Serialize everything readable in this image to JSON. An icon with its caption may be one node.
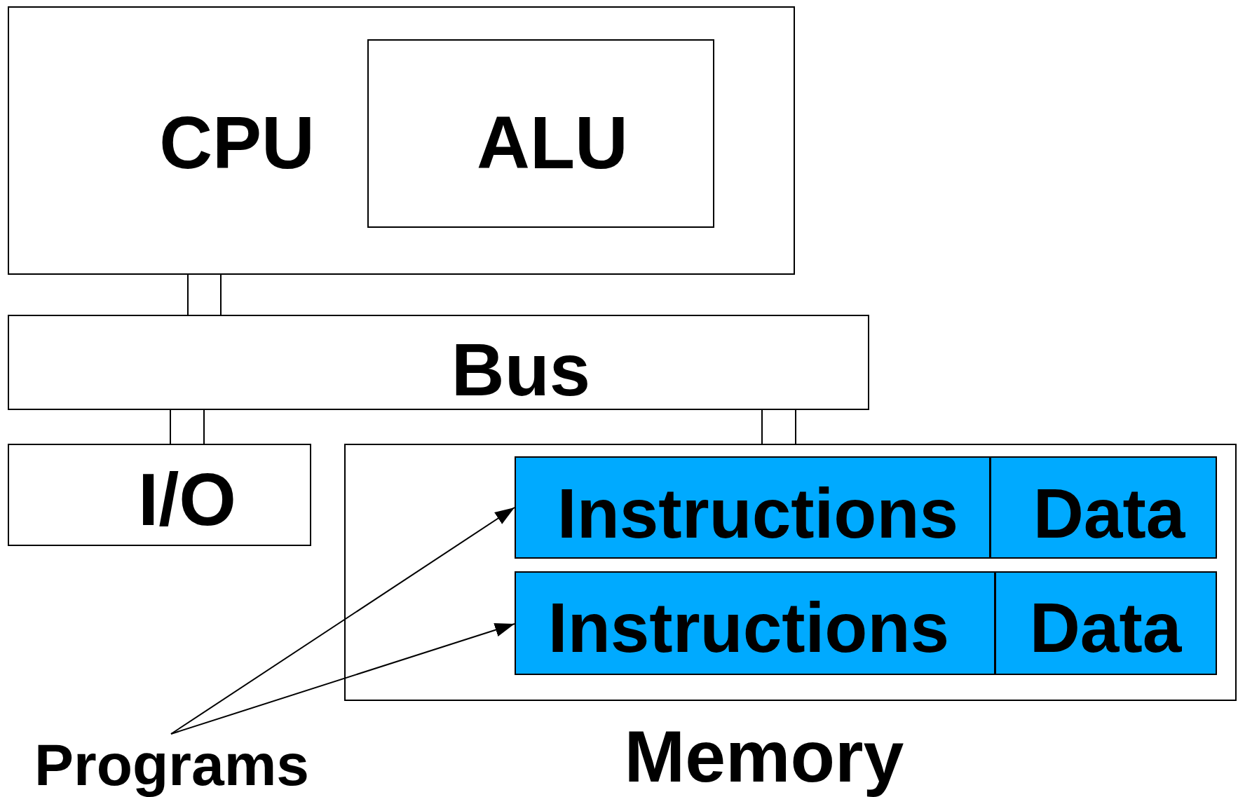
{
  "diagram": {
    "nodes": [
      {
        "text": [
          "CPU"
        ]
      },
      {
        "text": [
          "ALU"
        ],
        "in": 0
      },
      {
        "text": [
          "Bus"
        ]
      },
      {
        "text": [
          "I/O"
        ]
      },
      {
        "text": [
          "Memory"
        ]
      },
      {
        "text": [
          "Instructions"
        ],
        "in": 4
      },
      {
        "text": [
          "Data"
        ],
        "in": 4
      },
      {
        "text": [
          "Instructions"
        ],
        "in": 4
      },
      {
        "text": [
          "Data"
        ],
        "in": 4
      },
      {
        "text": [
          "Programs"
        ]
      }
    ],
    "edges": [
      {
        "from": 0,
        "to": 2,
        "arrow": "none"
      },
      {
        "from": 2,
        "to": 3,
        "arrow": "none"
      },
      {
        "from": 2,
        "to": 4,
        "arrow": "none"
      },
      {
        "from": 9,
        "to": 5,
        "arrow": "to"
      },
      {
        "from": 9,
        "to": 7,
        "arrow": "to"
      }
    ]
  }
}
